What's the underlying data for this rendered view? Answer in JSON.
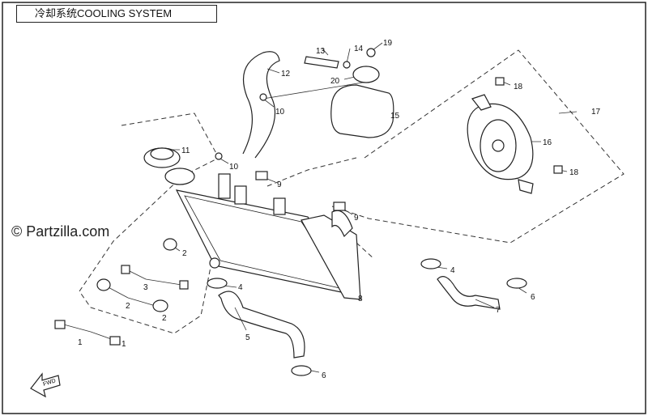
{
  "title": "冷却系统COOLING SYSTEM",
  "watermark": "© Partzilla.com",
  "fwd_label": "FWD",
  "callouts": [
    "1",
    "1",
    "2",
    "2",
    "2",
    "3",
    "4",
    "4",
    "5",
    "6",
    "6",
    "7",
    "8",
    "9",
    "9",
    "10",
    "10",
    "11",
    "12",
    "13",
    "14",
    "15",
    "16",
    "17",
    "18",
    "18",
    "19",
    "20"
  ]
}
